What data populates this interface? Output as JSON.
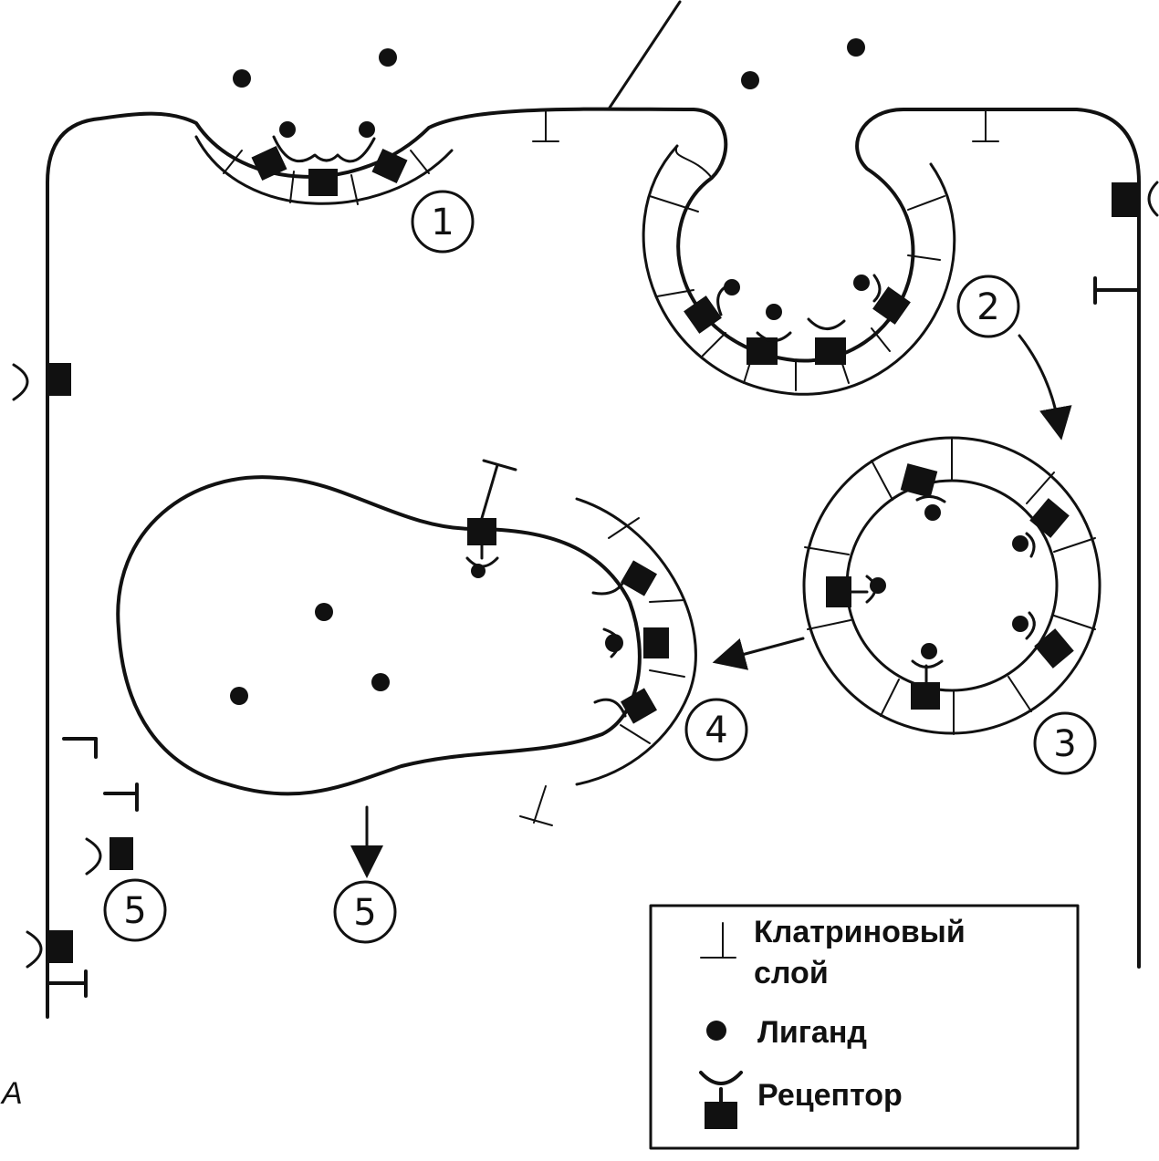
{
  "figure_label": "A",
  "steps": {
    "s1": "1",
    "s2": "2",
    "s3": "3",
    "s4": "4",
    "s5a": "5",
    "s5b": "5"
  },
  "legend": {
    "clathrin_line1": "Клатриновый",
    "clathrin_line2": "слой",
    "ligand": "Лиганд",
    "receptor": "Рецептор"
  },
  "colors": {
    "ink": "#111111",
    "background": "#ffffff"
  },
  "icons": [
    "clathrin-icon",
    "ligand-icon",
    "receptor-icon"
  ]
}
